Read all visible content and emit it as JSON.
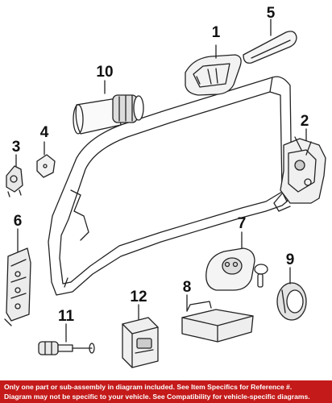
{
  "callouts": {
    "c1": "1",
    "c2": "2",
    "c3": "3",
    "c4": "4",
    "c5": "5",
    "c6": "6",
    "c7": "7",
    "c8": "8",
    "c9": "9",
    "c10": "10",
    "c11": "11",
    "c12": "12"
  },
  "footer": {
    "line1": "Only one part or sub-assembly in diagram included. See Item Specifics for Reference #.",
    "line2": "Diagram may not be specific to your vehicle. See Compatibility for vehicle-specific diagrams."
  },
  "colors": {
    "footer_bg": "#c41a1a",
    "line": "#222222",
    "shade": "#cccccc"
  }
}
